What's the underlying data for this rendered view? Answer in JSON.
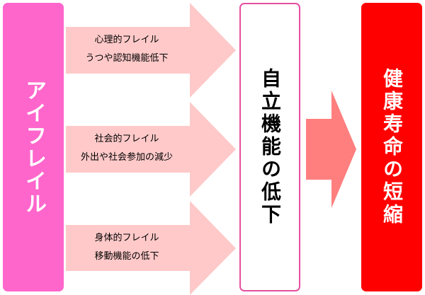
{
  "colors": {
    "afureiru_box": "#ff66cc",
    "jiritsu_border": "#e64fa0",
    "kenko_box": "#ff0000",
    "small_arrow": "#ffc9c9",
    "big_arrow": "#ff7f7f"
  },
  "left_box": {
    "label": "アイフレイル"
  },
  "center_box": {
    "label": "自立機能の低下"
  },
  "right_box": {
    "label": "健康寿命の短縮"
  },
  "arrows": [
    {
      "line1": "心理的フレイル",
      "line2": "うつや認知機能低下"
    },
    {
      "line1": "社会的フレイル",
      "line2": "外出や社会参加の減少"
    },
    {
      "line1": "身体的フレイル",
      "line2": "移動機能の低下"
    }
  ]
}
